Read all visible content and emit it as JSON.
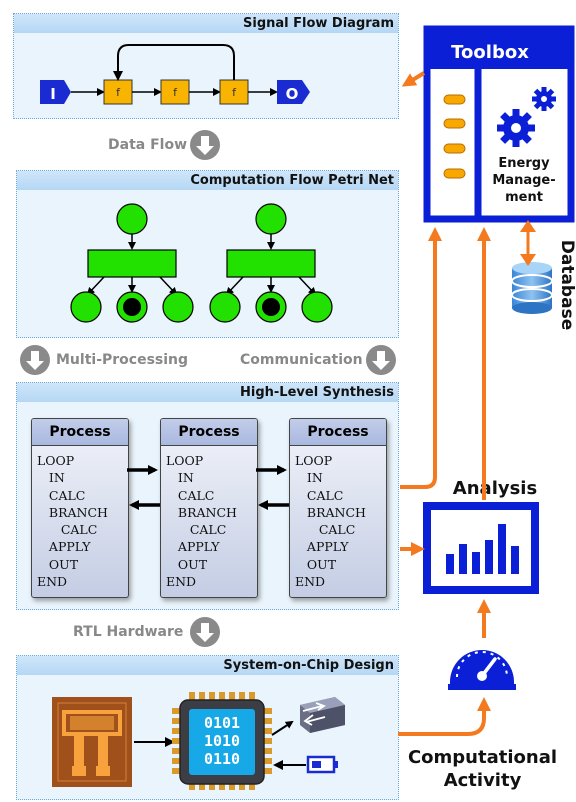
{
  "signal_flow": {
    "title": "Signal Flow Diagram",
    "input_label": "I",
    "output_label": "O",
    "function_labels": [
      "f",
      "f",
      "f"
    ]
  },
  "data_flow_label": "Data Flow",
  "petri_net": {
    "title": "Computation Flow Petri Net"
  },
  "multi_processing_label": "Multi-Processing",
  "communication_label": "Communication",
  "hls": {
    "title": "High-Level Synthesis",
    "processes": [
      {
        "title": "Process",
        "code": "LOOP\n   IN\n   CALC\n   BRANCH\n      CALC\n   APPLY\n   OUT\nEND"
      },
      {
        "title": "Process",
        "code": "LOOP\n   IN\n   CALC\n   BRANCH\n      CALC\n   APPLY\n   OUT\nEND"
      },
      {
        "title": "Process",
        "code": "LOOP\n   IN\n   CALC\n   BRANCH\n      CALC\n   APPLY\n   OUT\nEND"
      }
    ]
  },
  "rtl_label": "RTL Hardware",
  "soc": {
    "title": "System-on-Chip Design",
    "chip_bits": [
      "0101",
      "1010",
      "0110"
    ]
  },
  "toolbox": {
    "title": "Toolbox",
    "energy_label_lines": [
      "Energy",
      "Manage-",
      "ment"
    ]
  },
  "database_label": "Database",
  "analysis_label": "Analysis",
  "computational_activity_lines": [
    "Computational",
    "Activity"
  ],
  "colors": {
    "panel_bg": "#eaf4fc",
    "panel_header": "#b5d7f4",
    "toolbox_blue": "#0a1fd6",
    "orange_arrow": "#f47a20",
    "petri_green": "#22e000",
    "sfd_yellow": "#f8b400",
    "sfd_blue": "#1a2bd1"
  }
}
